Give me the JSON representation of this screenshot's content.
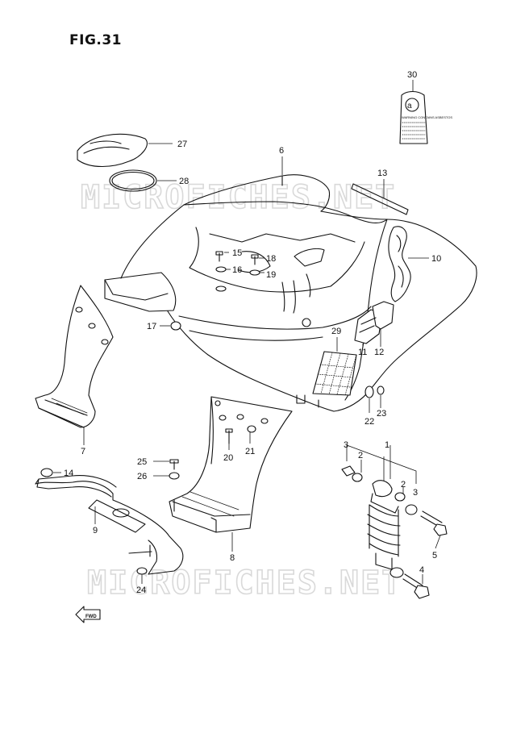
{
  "figure": {
    "title": "FIG.31"
  },
  "watermark": [
    "MICROFICHES.NET",
    "MICROFICHES.NET"
  ],
  "tag_label": {
    "text": "WARNING CONTAINS ASBESTOS"
  },
  "fwd": "FWD",
  "callouts": [
    "1",
    "2",
    "2",
    "3",
    "3",
    "4",
    "5",
    "6",
    "7",
    "8",
    "9",
    "10",
    "11",
    "12",
    "13",
    "14",
    "15",
    "16",
    "17",
    "18",
    "19",
    "20",
    "21",
    "22",
    "23",
    "24",
    "25",
    "26",
    "27",
    "28",
    "29",
    "30"
  ]
}
